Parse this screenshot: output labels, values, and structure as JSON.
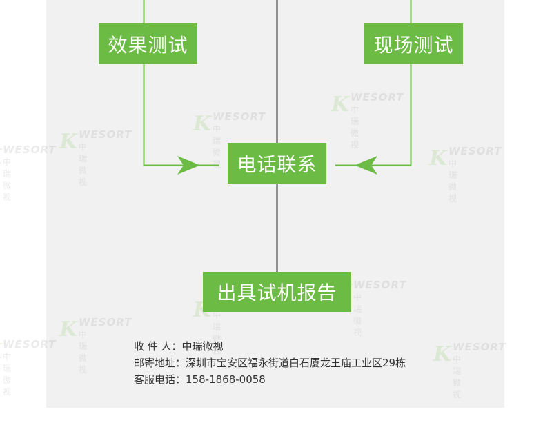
{
  "flow": {
    "effect_test": "效果测试",
    "site_test": "现场测试",
    "phone_contact": "电话联系",
    "report": "出具试机报告"
  },
  "watermark": {
    "brand": "WESORT",
    "cn": "中瑞微视",
    "logo_letter": "K"
  },
  "contact": {
    "receiver_label": "收 件 人：",
    "receiver_value": "中瑞微视",
    "address_label": "邮寄地址：",
    "address_value": "深圳市宝安区福永街道白石厦龙王庙工业区29栋",
    "phone_label": "客服电话：",
    "phone_value": "158-1868-0058"
  },
  "colors": {
    "accent": "#6cbb45",
    "panel": "#f1f1f1",
    "line": "#333333"
  }
}
